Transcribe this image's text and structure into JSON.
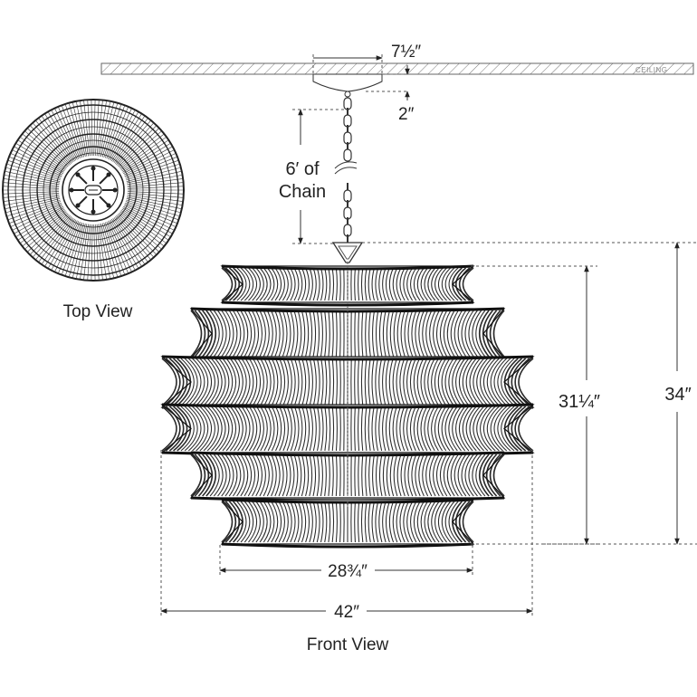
{
  "labels": {
    "ceiling": "CEILING",
    "canopy_width": "7½″",
    "canopy_height": "2″",
    "chain_length_line1": "6′ of",
    "chain_length_line2": "Chain",
    "body_height": "31¼″",
    "overall_height": "34″",
    "bottom_width": "28¾″",
    "overall_width": "42″",
    "top_view": "Top View",
    "front_view": "Front View"
  }
}
